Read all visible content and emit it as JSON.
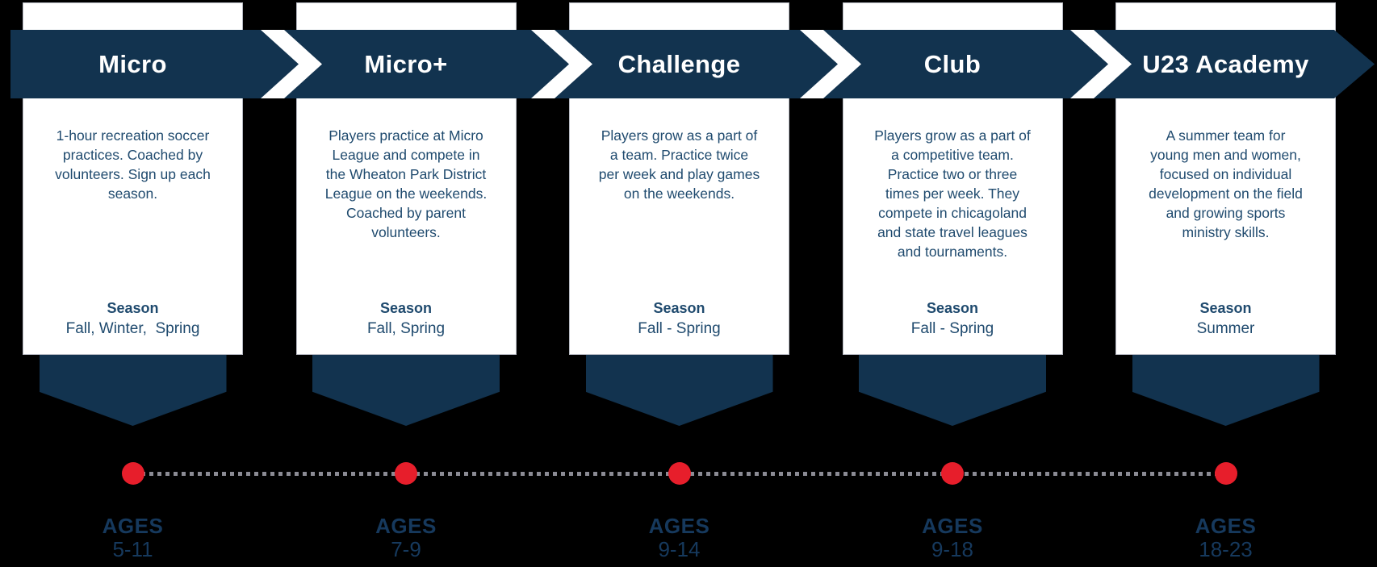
{
  "colors": {
    "background": "#000000",
    "navy": "#12334f",
    "card_bg": "#ffffff",
    "card_border": "#b7bac3",
    "body_text": "#1f4a6e",
    "ages_text": "#16395d",
    "banner_text": "#ffffff",
    "dot_red": "#e71e2b",
    "dash_gray": "#8b8b94"
  },
  "stages": [
    {
      "title": "Micro",
      "description": "1-hour recreation soccer\npractices. Coached by\nvolunteers. Sign up each\nseason.",
      "season_label": "Season",
      "season": "Fall, Winter,  Spring",
      "ages_label": "AGES",
      "ages": "5-11"
    },
    {
      "title": "Micro+",
      "description": "Players practice at Micro\nLeague and compete in\nthe Wheaton Park District\nLeague on the weekends.\nCoached by parent\nvolunteers.",
      "season_label": "Season",
      "season": "Fall, Spring",
      "ages_label": "AGES",
      "ages": "7-9"
    },
    {
      "title": "Challenge",
      "description": "Players grow as a part of\na team. Practice twice\nper week and play games\non the weekends.",
      "season_label": "Season",
      "season": "Fall - Spring",
      "ages_label": "AGES",
      "ages": "9-14"
    },
    {
      "title": "Club",
      "description": "Players grow as a part of\na competitive team.\nPractice two or three\ntimes per week. They\ncompete in chicagoland\nand state travel leagues\nand tournaments.",
      "season_label": "Season",
      "season": "Fall - Spring",
      "ages_label": "AGES",
      "ages": "9-18"
    },
    {
      "title": "U23 Academy",
      "description": "A summer team for\nyoung men and women,\nfocused on individual\ndevelopment on the field\nand growing sports\nministry skills.",
      "season_label": "Season",
      "season": "Summer",
      "ages_label": "AGES",
      "ages": "18-23"
    }
  ]
}
